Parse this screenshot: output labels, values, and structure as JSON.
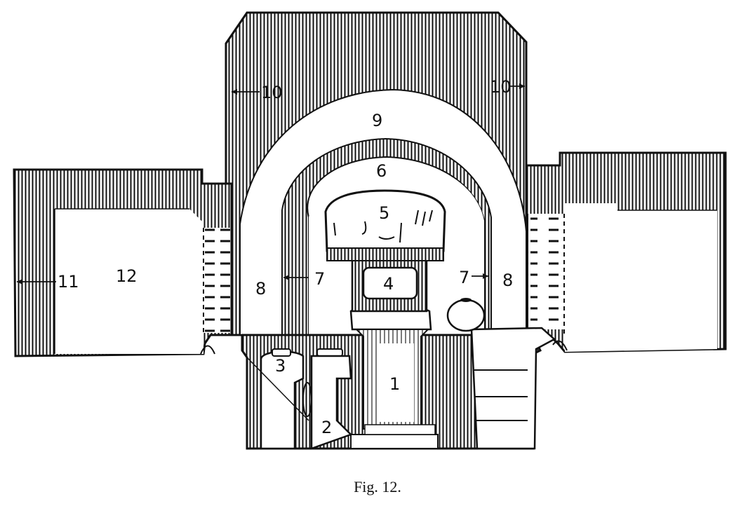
{
  "caption": "Fig. 12.",
  "labels": {
    "l1": "1",
    "l2": "2",
    "l3": "3",
    "l4": "4",
    "l5": "5",
    "l6": "6",
    "l7_left": "7",
    "l7_right": "7",
    "l8_left": "8",
    "l8_right": "8",
    "l9": "9",
    "l10_left": "10",
    "l10_right": "10",
    "l11": "11",
    "l12": "12"
  },
  "colors": {
    "ink": "#111111",
    "paper": "#ffffff"
  }
}
